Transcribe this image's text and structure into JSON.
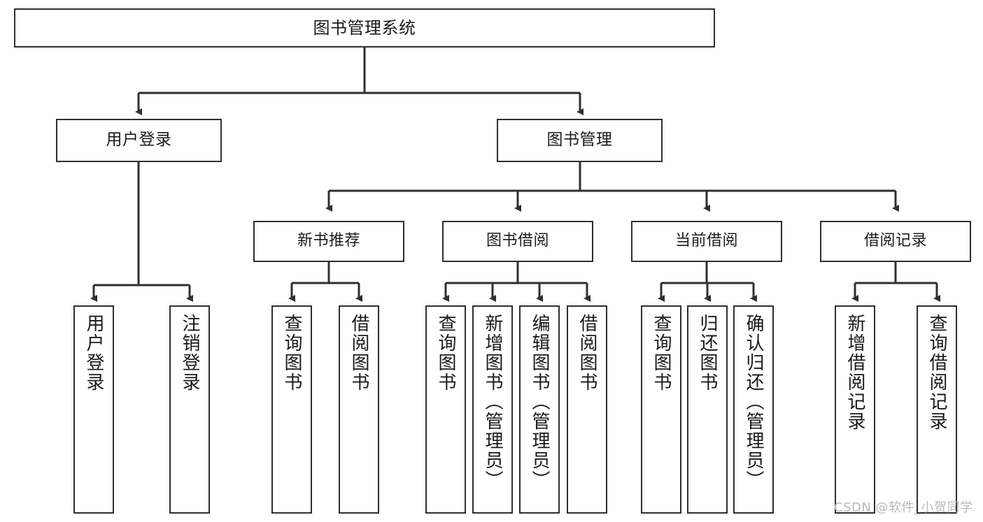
{
  "diagram": {
    "type": "tree-hierarchy",
    "title": "图书管理系统",
    "watermark": "CSDN @软件_小贺同学",
    "colors": {
      "stroke": "#2f2f2f",
      "fill": "#ffffff",
      "text": "#1a1a1a",
      "watermark": "#b9b9b9"
    },
    "nodes": {
      "root": {
        "label": "图书管理系统"
      },
      "level1": [
        {
          "label": "用户登录"
        },
        {
          "label": "图书管理"
        }
      ],
      "level2": [
        {
          "label": "新书推荐"
        },
        {
          "label": "图书借阅"
        },
        {
          "label": "当前借阅"
        },
        {
          "label": "借阅记录"
        }
      ],
      "leaves": {
        "user_login": [
          {
            "label": "用户登录"
          },
          {
            "label": "注销登录"
          }
        ],
        "new_book_recommend": [
          {
            "label": "查询图书"
          },
          {
            "label": "借阅图书"
          }
        ],
        "book_borrow": [
          {
            "label": "查询图书"
          },
          {
            "label": "新增图书（管理员）"
          },
          {
            "label": "编辑图书（管理员）"
          },
          {
            "label": "借阅图书"
          }
        ],
        "current_borrow": [
          {
            "label": "查询图书"
          },
          {
            "label": "归还图书"
          },
          {
            "label": "确认归还（管理员）"
          }
        ],
        "borrow_record": [
          {
            "label": "新增借阅记录"
          },
          {
            "label": "查询借阅记录"
          }
        ]
      }
    }
  }
}
